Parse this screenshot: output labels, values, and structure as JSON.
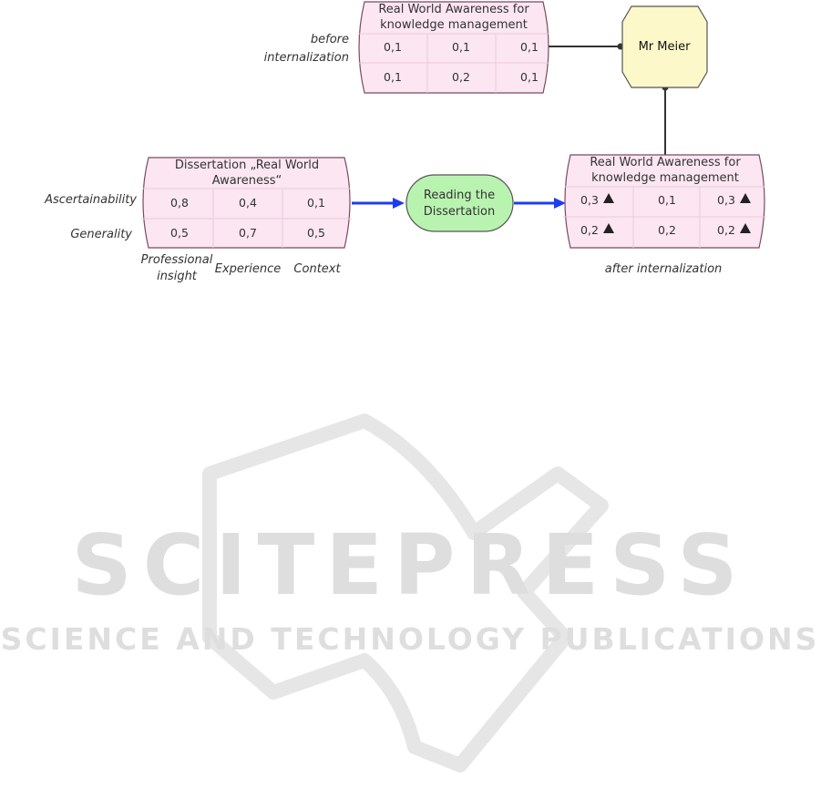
{
  "before_object": {
    "title_line1": "Real World Awareness for",
    "title_line2": "knowledge management",
    "caption_line1": "before",
    "caption_line2": "internalization",
    "rows": [
      [
        "0,1",
        "0,1",
        "0,1"
      ],
      [
        "0,1",
        "0,2",
        "0,1"
      ]
    ]
  },
  "person": {
    "label": "Mr Meier"
  },
  "source_object": {
    "title_line1": "Dissertation „Real World",
    "title_line2": "Awareness“",
    "row_labels": [
      "Ascertainability",
      "Generality"
    ],
    "column_labels": [
      {
        "line1": "Professional",
        "line2": "insight"
      },
      {
        "line1": "Experience",
        "line2": ""
      },
      {
        "line1": "Context",
        "line2": ""
      }
    ],
    "rows": [
      [
        "0,8",
        "0,4",
        "0,1"
      ],
      [
        "0,5",
        "0,7",
        "0,5"
      ]
    ]
  },
  "activity": {
    "label_line1": "Reading the",
    "label_line2": "Dissertation"
  },
  "after_object": {
    "title_line1": "Real World Awareness for",
    "title_line2": "knowledge management",
    "caption": "after internalization",
    "rows": [
      [
        {
          "value": "0,3",
          "increased": true
        },
        {
          "value": "0,1",
          "increased": false
        },
        {
          "value": "0,3",
          "increased": true
        }
      ],
      [
        {
          "value": "0,2",
          "increased": true
        },
        {
          "value": "0,2",
          "increased": false
        },
        {
          "value": "0,2",
          "increased": true
        }
      ]
    ]
  },
  "watermark": {
    "line1": "SCITEPRESS",
    "line2": "SCIENCE AND TECHNOLOGY PUBLICATIONS"
  },
  "colors": {
    "object_fill": "#fbe6f2",
    "object_stroke": "#7a4a5e",
    "person_fill": "#fdf8c9",
    "activity_fill": "#b9f3b0",
    "flow_arrow": "#1d3cf0",
    "connector": "#333333",
    "watermark": "#dedede"
  }
}
